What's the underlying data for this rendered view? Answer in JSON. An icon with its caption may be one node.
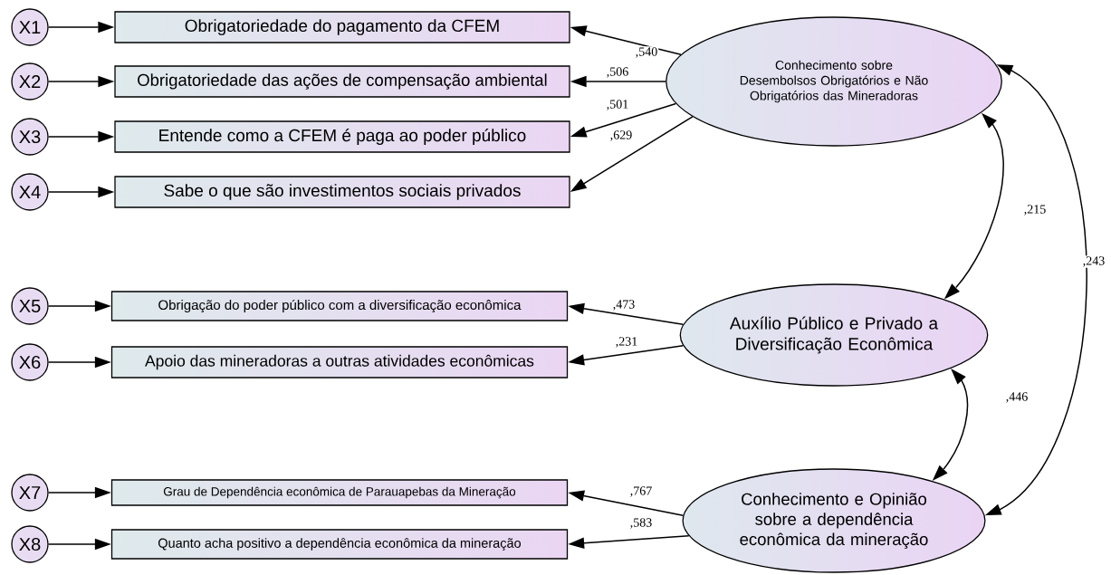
{
  "diagram": {
    "nodes": [
      {
        "text": [
          "X1"
        ]
      },
      {
        "text": [
          "X2"
        ]
      },
      {
        "text": [
          "X3"
        ]
      },
      {
        "text": [
          "X4"
        ]
      },
      {
        "text": [
          "X5"
        ]
      },
      {
        "text": [
          "X6"
        ]
      },
      {
        "text": [
          "X7"
        ]
      },
      {
        "text": [
          "X8"
        ]
      },
      {
        "text": [
          "Obrigatoriedade do pagamento da CFEM"
        ]
      },
      {
        "text": [
          "Obrigatoriedade das ações de compensação ambiental"
        ]
      },
      {
        "text": [
          "Entende como a CFEM é paga ao poder público"
        ]
      },
      {
        "text": [
          "Sabe o que são investimentos sociais privados"
        ]
      },
      {
        "text": [
          "Obrigação do poder público com a diversificação econômica"
        ]
      },
      {
        "text": [
          "Apoio das mineradoras a outras atividades econômicas"
        ]
      },
      {
        "text": [
          "Grau de Dependência econômica de Parauapebas da Mineração"
        ]
      },
      {
        "text": [
          "Quanto acha positivo a dependência econômica da mineração"
        ]
      },
      {
        "text": [
          "Conhecimento sobre Desembolsos Obrigatórios e Não Obrigatórios das Mineradoras"
        ]
      },
      {
        "text": [
          "Auxílio Público e Privado a Diversificação Econômica"
        ]
      },
      {
        "text": [
          "Conhecimento e Opinião sobre a dependência econômica da mineração"
        ]
      }
    ],
    "edges": [
      {
        "from": 0,
        "to": 8,
        "arrow": "to"
      },
      {
        "from": 1,
        "to": 9,
        "arrow": "to"
      },
      {
        "from": 2,
        "to": 10,
        "arrow": "to"
      },
      {
        "from": 3,
        "to": 11,
        "arrow": "to"
      },
      {
        "from": 4,
        "to": 12,
        "arrow": "to"
      },
      {
        "from": 5,
        "to": 13,
        "arrow": "to"
      },
      {
        "from": 6,
        "to": 14,
        "arrow": "to"
      },
      {
        "from": 7,
        "to": 15,
        "arrow": "to"
      },
      {
        "from": 16,
        "to": 8,
        "arrow": "to",
        "label": ",540"
      },
      {
        "from": 16,
        "to": 9,
        "arrow": "to",
        "label": ",506"
      },
      {
        "from": 16,
        "to": 10,
        "arrow": "to",
        "label": ",501"
      },
      {
        "from": 16,
        "to": 11,
        "arrow": "to",
        "label": ",629"
      },
      {
        "from": 17,
        "to": 12,
        "arrow": "to",
        "label": ",473"
      },
      {
        "from": 17,
        "to": 13,
        "arrow": "to",
        "label": ",231"
      },
      {
        "from": 18,
        "to": 14,
        "arrow": "to",
        "label": ",767"
      },
      {
        "from": 18,
        "to": 15,
        "arrow": "to",
        "label": ",583"
      },
      {
        "from": 16,
        "to": 17,
        "arrow": "both",
        "label": ",215"
      },
      {
        "from": 16,
        "to": 18,
        "arrow": "both",
        "label": ",243"
      },
      {
        "from": 17,
        "to": 18,
        "arrow": "both",
        "label": ",446"
      }
    ]
  }
}
